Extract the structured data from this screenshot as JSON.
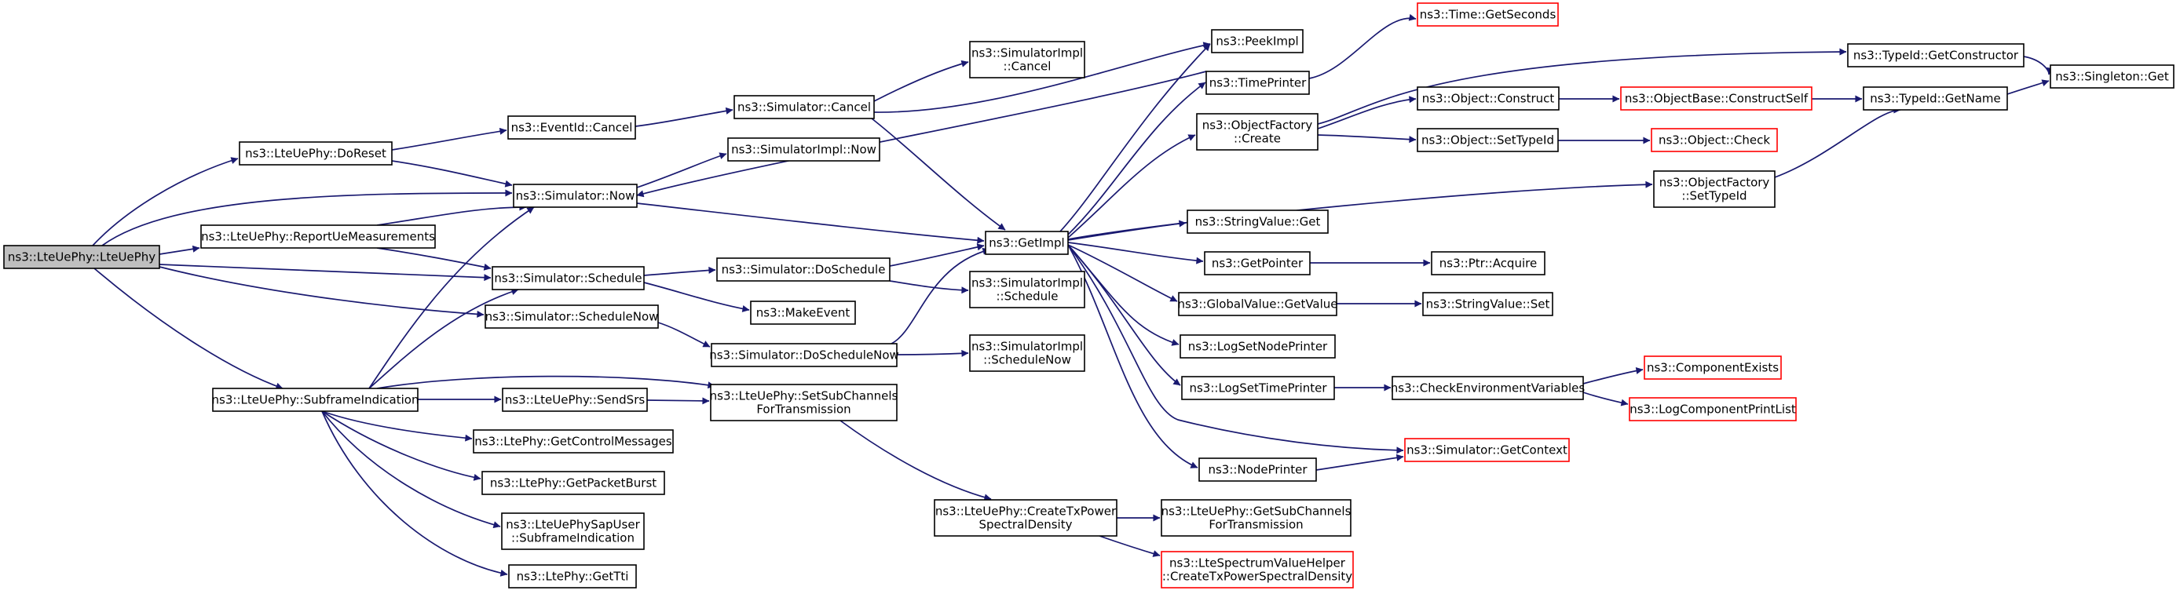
{
  "colors": {
    "edge": "#191970",
    "node_border": "#000000",
    "node_border_truncated": "#ff0000",
    "root_fill": "#bfbfbf",
    "node_fill": "#ffffff"
  },
  "nodes": [
    {
      "id": "root",
      "lines": [
        "ns3::LteUePhy::LteUePhy"
      ],
      "style": "root"
    },
    {
      "id": "doreset",
      "lines": [
        "ns3::LteUePhy::DoReset"
      ],
      "style": "normal"
    },
    {
      "id": "reportue",
      "lines": [
        "ns3::LteUePhy::ReportUeMeasurements"
      ],
      "style": "normal"
    },
    {
      "id": "subframe",
      "lines": [
        "ns3::LteUePhy::SubframeIndication"
      ],
      "style": "normal"
    },
    {
      "id": "eventcancel",
      "lines": [
        "ns3::EventId::Cancel"
      ],
      "style": "normal"
    },
    {
      "id": "simnow",
      "lines": [
        "ns3::Simulator::Now"
      ],
      "style": "normal"
    },
    {
      "id": "simschedule",
      "lines": [
        "ns3::Simulator::Schedule"
      ],
      "style": "normal"
    },
    {
      "id": "simschedulenow",
      "lines": [
        "ns3::Simulator::ScheduleNow"
      ],
      "style": "normal"
    },
    {
      "id": "sendsrs",
      "lines": [
        "ns3::LteUePhy::SendSrs"
      ],
      "style": "normal"
    },
    {
      "id": "getctrl",
      "lines": [
        "ns3::LtePhy::GetControlMessages"
      ],
      "style": "normal"
    },
    {
      "id": "getpkt",
      "lines": [
        "ns3::LtePhy::GetPacketBurst"
      ],
      "style": "normal"
    },
    {
      "id": "sapuser",
      "lines": [
        "ns3::LteUePhySapUser",
        "::SubframeIndication"
      ],
      "style": "normal"
    },
    {
      "id": "gettti",
      "lines": [
        "ns3::LtePhy::GetTti"
      ],
      "style": "normal"
    },
    {
      "id": "simcancel",
      "lines": [
        "ns3::Simulator::Cancel"
      ],
      "style": "normal"
    },
    {
      "id": "implnow",
      "lines": [
        "ns3::SimulatorImpl::Now"
      ],
      "style": "normal"
    },
    {
      "id": "doschedule",
      "lines": [
        "ns3::Simulator::DoSchedule"
      ],
      "style": "normal"
    },
    {
      "id": "makeevent",
      "lines": [
        "ns3::MakeEvent"
      ],
      "style": "normal"
    },
    {
      "id": "doschedulenow",
      "lines": [
        "ns3::Simulator::DoScheduleNow"
      ],
      "style": "normal"
    },
    {
      "id": "setsubch",
      "lines": [
        "ns3::LteUePhy::SetSubChannels",
        "ForTransmission"
      ],
      "style": "normal"
    },
    {
      "id": "createtx",
      "lines": [
        "ns3::LteUePhy::CreateTxPower",
        "SpectralDensity"
      ],
      "style": "normal"
    },
    {
      "id": "implcancel",
      "lines": [
        "ns3::SimulatorImpl",
        "::Cancel"
      ],
      "style": "normal"
    },
    {
      "id": "getimpl",
      "lines": [
        "ns3::GetImpl"
      ],
      "style": "normal"
    },
    {
      "id": "implschedule",
      "lines": [
        "ns3::SimulatorImpl",
        "::Schedule"
      ],
      "style": "normal"
    },
    {
      "id": "implschedulenow",
      "lines": [
        "ns3::SimulatorImpl",
        "::ScheduleNow"
      ],
      "style": "normal"
    },
    {
      "id": "getsubch",
      "lines": [
        "ns3::LteUePhy::GetSubChannels",
        "ForTransmission"
      ],
      "style": "normal"
    },
    {
      "id": "ltespectrum",
      "lines": [
        "ns3::LteSpectrumValueHelper",
        "::CreateTxPowerSpectralDensity"
      ],
      "style": "truncated"
    },
    {
      "id": "peekimpl",
      "lines": [
        "ns3::PeekImpl"
      ],
      "style": "normal"
    },
    {
      "id": "timeprinter",
      "lines": [
        "ns3::TimePrinter"
      ],
      "style": "normal"
    },
    {
      "id": "objfactcreate",
      "lines": [
        "ns3::ObjectFactory",
        "::Create"
      ],
      "style": "normal"
    },
    {
      "id": "stringvalueget",
      "lines": [
        "ns3::StringValue::Get"
      ],
      "style": "normal"
    },
    {
      "id": "getpointer",
      "lines": [
        "ns3::GetPointer"
      ],
      "style": "normal"
    },
    {
      "id": "globalvalue",
      "lines": [
        "ns3::GlobalValue::GetValue"
      ],
      "style": "normal"
    },
    {
      "id": "lognodeprinter",
      "lines": [
        "ns3::LogSetNodePrinter"
      ],
      "style": "normal"
    },
    {
      "id": "logtimeprinter",
      "lines": [
        "ns3::LogSetTimePrinter"
      ],
      "style": "normal"
    },
    {
      "id": "nodeprinter",
      "lines": [
        "ns3::NodePrinter"
      ],
      "style": "normal"
    },
    {
      "id": "timegetseconds",
      "lines": [
        "ns3::Time::GetSeconds"
      ],
      "style": "truncated"
    },
    {
      "id": "objconstruct",
      "lines": [
        "ns3::Object::Construct"
      ],
      "style": "normal"
    },
    {
      "id": "objsettypeid",
      "lines": [
        "ns3::Object::SetTypeId"
      ],
      "style": "normal"
    },
    {
      "id": "objfactsettypeid",
      "lines": [
        "ns3::ObjectFactory",
        "::SetTypeId"
      ],
      "style": "normal"
    },
    {
      "id": "ptracquire",
      "lines": [
        "ns3::Ptr::Acquire"
      ],
      "style": "normal"
    },
    {
      "id": "stringvalueset",
      "lines": [
        "ns3::StringValue::Set"
      ],
      "style": "normal"
    },
    {
      "id": "checkenv",
      "lines": [
        "ns3::CheckEnvironmentVariables"
      ],
      "style": "normal"
    },
    {
      "id": "simgetcontext",
      "lines": [
        "ns3::Simulator::GetContext"
      ],
      "style": "truncated"
    },
    {
      "id": "typeidgetctor",
      "lines": [
        "ns3::TypeId::GetConstructor"
      ],
      "style": "normal"
    },
    {
      "id": "objbaseconstruct",
      "lines": [
        "ns3::ObjectBase::ConstructSelf"
      ],
      "style": "truncated"
    },
    {
      "id": "objcheck",
      "lines": [
        "ns3::Object::Check"
      ],
      "style": "truncated"
    },
    {
      "id": "typeidgetname",
      "lines": [
        "ns3::TypeId::GetName"
      ],
      "style": "normal"
    },
    {
      "id": "componentexists",
      "lines": [
        "ns3::ComponentExists"
      ],
      "style": "truncated"
    },
    {
      "id": "logcomponentprintlist",
      "lines": [
        "ns3::LogComponentPrintList"
      ],
      "style": "truncated"
    },
    {
      "id": "singletonget",
      "lines": [
        "ns3::Singleton::Get"
      ],
      "style": "normal"
    }
  ]
}
